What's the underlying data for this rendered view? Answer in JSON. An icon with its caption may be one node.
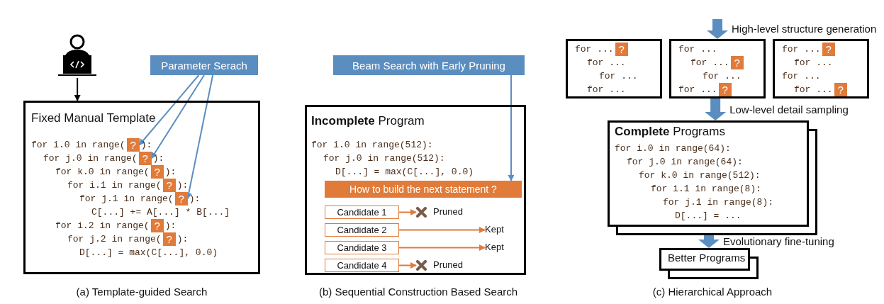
{
  "diagram": {
    "nodes": [
      {
        "text": [],
        "shape": "person"
      },
      {
        "text": [
          "Parameter Serach"
        ]
      },
      {
        "text": [
          "Fixed Manual Template",
          "for i.0 in range(",
          "):",
          "for j.0 in range(",
          "):",
          "for k.0 in range(",
          "):",
          "for i.1 in range(",
          "):",
          "for j.1 in range(",
          "):",
          "C[...] += A[...] * B[...]",
          "for i.2 in range(",
          "):",
          "for j.2 in range(",
          "):",
          "D[...] = max(C[...], 0.0)"
        ]
      },
      {
        "text": [
          "?"
        ],
        "in": 2
      },
      {
        "text": [
          "?"
        ],
        "in": 2
      },
      {
        "text": [
          "?"
        ],
        "in": 2
      },
      {
        "text": [
          "?"
        ],
        "in": 2
      },
      {
        "text": [
          "?"
        ],
        "in": 2
      },
      {
        "text": [
          "?"
        ],
        "in": 2
      },
      {
        "text": [
          "?"
        ],
        "in": 2
      },
      {
        "text": [
          "Beam Search with Early Pruning"
        ]
      },
      {
        "text": [
          "**Incomplete** Program",
          "for i.0 in range(512):",
          "for j.0 in range(512):",
          "D[...] = max(C[...], 0.0)"
        ]
      },
      {
        "text": [
          "How to build the next statement ?"
        ],
        "in": 11
      },
      {
        "text": [
          "Candidate 1"
        ],
        "in": 11
      },
      {
        "text": [],
        "shape": "cross",
        "beside": [
          "Pruned"
        ],
        "in": 11
      },
      {
        "text": [
          "Candidate 2"
        ],
        "in": 11
      },
      {
        "text": [
          "Kept"
        ],
        "in": 11
      },
      {
        "text": [
          "Candidate 3"
        ],
        "in": 11
      },
      {
        "text": [
          "Kept"
        ],
        "in": 11
      },
      {
        "text": [
          "Candidate 4"
        ],
        "in": 11
      },
      {
        "text": [],
        "shape": "cross",
        "beside": [
          "Pruned"
        ],
        "in": 11
      },
      {
        "text": [
          "for ...",
          "for ...",
          "for ...",
          "for ..."
        ]
      },
      {
        "text": [
          "?"
        ],
        "in": 21
      },
      {
        "text": [
          "for ...",
          "for ...",
          "for ...",
          "for ..."
        ]
      },
      {
        "text": [
          "?"
        ],
        "in": 23
      },
      {
        "text": [
          "?"
        ],
        "in": 23
      },
      {
        "text": [
          "for ...",
          "for ...",
          "for ...",
          "for ..."
        ]
      },
      {
        "text": [
          "?"
        ],
        "in": 26
      },
      {
        "text": [
          "?"
        ],
        "in": 26
      },
      {
        "text": [
          "**Complete** Programs",
          "for i.0 in range(64):",
          "for j.0 in range(64):",
          "for k.0 in range(512):",
          "for i.1 in range(8):",
          "for j.1 in range(8):",
          "D[...] = ..."
        ]
      },
      {
        "text": [
          "Better Programs"
        ]
      }
    ],
    "edges": [
      {
        "from": 0,
        "to": 2,
        "arrow": "to",
        "color": "#000000"
      },
      {
        "from": 1,
        "to": 3,
        "arrow": "to"
      },
      {
        "from": 1,
        "to": 4,
        "arrow": "to"
      },
      {
        "from": 1,
        "to": 7,
        "arrow": "to"
      },
      {
        "from": 10,
        "to": 12,
        "arrow": "to"
      },
      {
        "from": 13,
        "to": 14,
        "arrow": "to",
        "color": "#e07b3a"
      },
      {
        "from": 15,
        "to": 16,
        "arrow": "to",
        "color": "#e07b3a"
      },
      {
        "from": 17,
        "to": 18,
        "arrow": "to",
        "color": "#e07b3a"
      },
      {
        "from": 19,
        "to": 20,
        "arrow": "to",
        "color": "#e07b3a"
      },
      {
        "from": null,
        "to": 23,
        "arrow": "to",
        "label": "High-level structure generation",
        "style": "thick"
      },
      {
        "from": 23,
        "to": 29,
        "arrow": "to",
        "label": "Low-level detail sampling",
        "style": "thick"
      },
      {
        "from": 29,
        "to": 30,
        "arrow": "to",
        "label": "Evolutionary fine-tuning",
        "style": "thick"
      }
    ],
    "labels": [
      "(a) Template-guided Search",
      "(b) Sequential Construction Based Search",
      "(c) Hierarchical Approach"
    ]
  }
}
